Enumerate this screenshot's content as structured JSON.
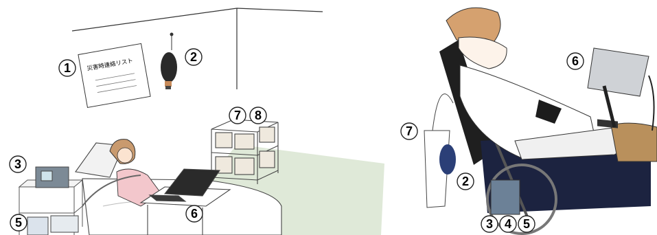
{
  "left_scene": {
    "sign_text": "災害時連絡リスト",
    "badges": [
      "1",
      "2",
      "3",
      "5",
      "6",
      "7",
      "8"
    ]
  },
  "right_scene": {
    "badges": [
      "6",
      "7",
      "2",
      "3",
      "4",
      "5"
    ]
  },
  "colors": {
    "floor": "#dfe9d8",
    "hair": "#c99a6e",
    "pajama": "#f3c7cc",
    "shelf_box": "#efe9de",
    "ventilator": "#7c8a96",
    "bag_mask": "#2b3f77",
    "wheelchair_cushion": "#1c2340",
    "beanie": "#d5a16f",
    "blanket": "#b9905c"
  }
}
